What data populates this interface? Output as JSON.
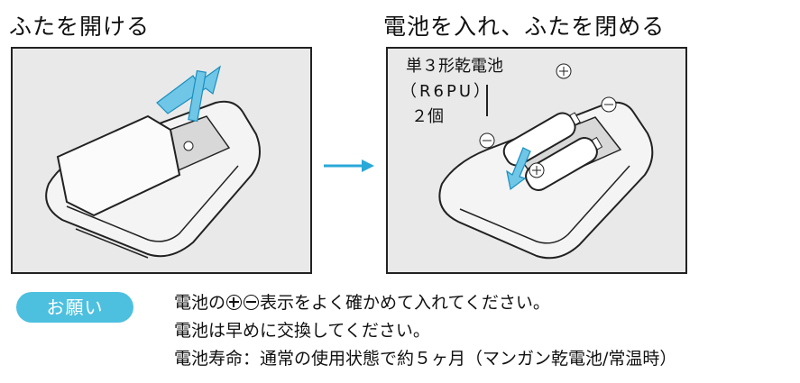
{
  "steps": {
    "open_title": "ふたを開ける",
    "insert_title": "電池を入れ、ふたを閉める"
  },
  "battery_label": {
    "line1": "単３形乾電池",
    "line2": "（R6PU）",
    "line3": "２個"
  },
  "request": {
    "badge": "お願い",
    "line1_before": "電池の",
    "line1_after": "表示をよく確かめて入れてください。",
    "line2": "電池は早めに交換してください。",
    "line3": "電池寿命：通常の使用状態で約５ヶ月（マンガン乾電池/常温時）"
  },
  "colors": {
    "accent_blue": "#4ec0df",
    "arrow_blue": "#2aa8d8"
  }
}
